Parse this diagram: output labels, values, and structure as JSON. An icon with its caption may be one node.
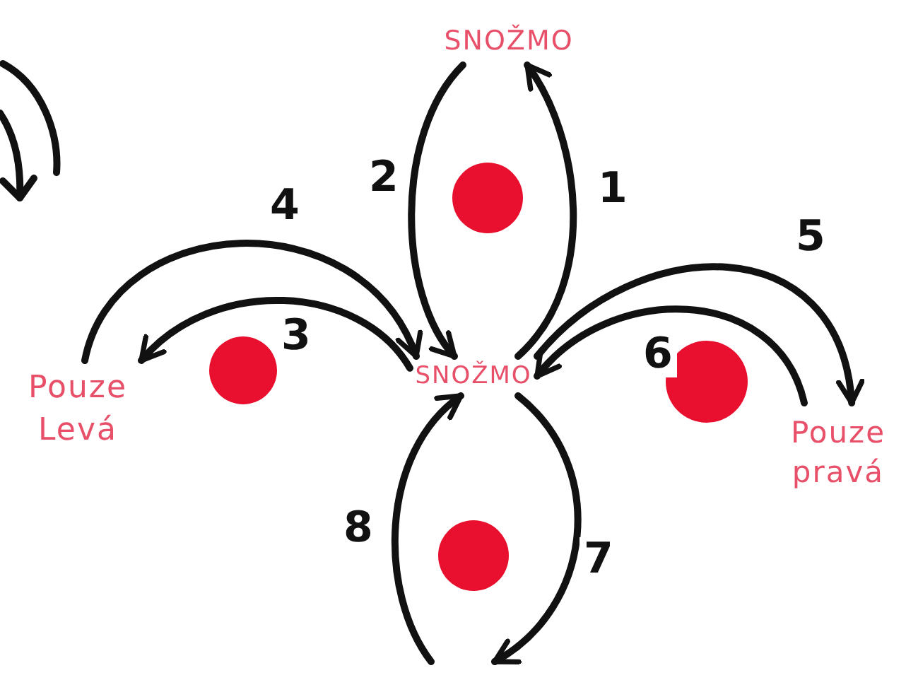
{
  "diagram": {
    "nodes": [
      {
        "text": [
          "SNOŽMO"
        ]
      },
      {
        "text": [
          "SNOŽMO"
        ]
      },
      {
        "text": [
          "Pouze Levá"
        ]
      },
      {
        "text": [
          "Pouze pravá"
        ]
      }
    ],
    "edges": [
      {
        "from": 1,
        "to": 0,
        "arrow": "to",
        "label": "1"
      },
      {
        "from": 0,
        "to": 1,
        "arrow": "to",
        "label": "2"
      },
      {
        "from": 1,
        "to": 2,
        "arrow": "to",
        "label": "3"
      },
      {
        "from": 2,
        "to": 1,
        "arrow": "to",
        "label": "4"
      },
      {
        "from": 1,
        "to": 3,
        "arrow": "to",
        "label": "5"
      },
      {
        "from": 3,
        "to": 1,
        "arrow": "to",
        "label": "6"
      },
      {
        "from": 1,
        "to": null,
        "arrow": "to",
        "label": "7"
      },
      {
        "from": null,
        "to": 1,
        "arrow": "to",
        "label": "8"
      }
    ]
  }
}
